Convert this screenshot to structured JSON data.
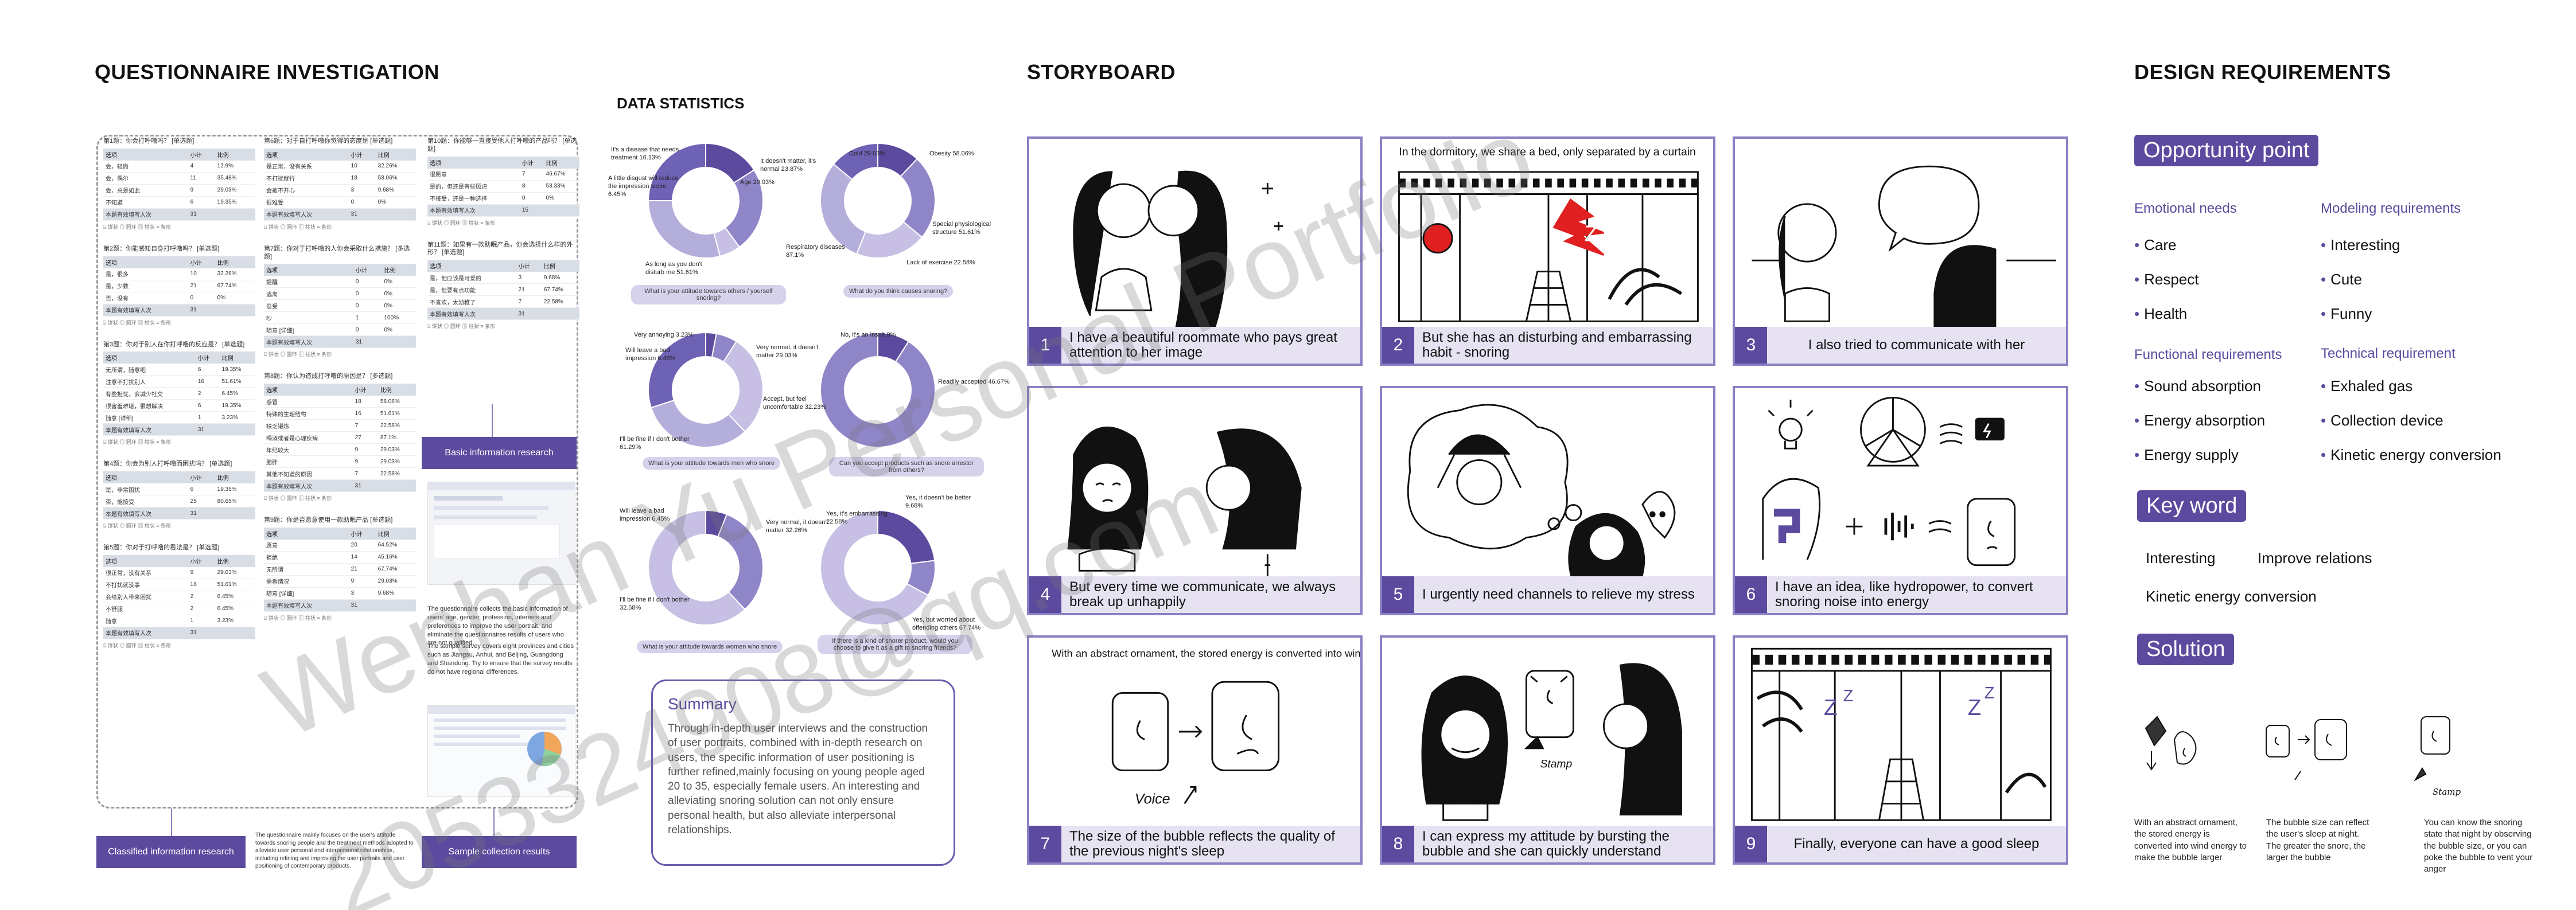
{
  "questionnaire": {
    "title": "QUESTIONNAIRE INVESTIGATION",
    "col1": [
      {
        "q": "第1题：你会打呼噜吗？ [单选题]",
        "rows": [
          [
            "选项",
            "小计",
            "比例"
          ],
          [
            "会，轻微",
            "4",
            "12.9%"
          ],
          [
            "会，偶尔",
            "11",
            "35.48%"
          ],
          [
            "会，总是如此",
            "9",
            "29.03%"
          ],
          [
            "不知道",
            "6",
            "19.35%"
          ]
        ],
        "total": [
          "本题有效填写人次",
          "31",
          ""
        ]
      },
      {
        "q": "第2题：你能感知自身打呼噜吗？ [单选题]",
        "rows": [
          [
            "选项",
            "小计",
            "比例"
          ],
          [
            "是，很多",
            "10",
            "32.26%"
          ],
          [
            "是，少数",
            "21",
            "67.74%"
          ],
          [
            "否，没有",
            "0",
            "0%"
          ]
        ],
        "total": [
          "本题有效填写人次",
          "31",
          ""
        ]
      },
      {
        "q": "第3题：你对于别人在你打呼噜的反应是？ [单选题]",
        "rows": [
          [
            "选项",
            "小计",
            "比例"
          ],
          [
            "无所谓，随意吧",
            "6",
            "19.35%"
          ],
          [
            "注意不打扰别人",
            "16",
            "51.61%"
          ],
          [
            "有些担忧，会减少社交",
            "2",
            "6.45%"
          ],
          [
            "很害羞难堪，很想解决",
            "6",
            "19.35%"
          ],
          [
            "随意 [详细]",
            "1",
            "3.23%"
          ]
        ],
        "total": [
          "本题有效填写人次",
          "31",
          ""
        ]
      },
      {
        "q": "第4题：你会为别人打呼噜而困扰吗？ [单选题]",
        "rows": [
          [
            "选项",
            "小计",
            "比例"
          ],
          [
            "是，非常困扰",
            "6",
            "19.35%"
          ],
          [
            "否，能接受",
            "25",
            "80.65%"
          ]
        ],
        "total": [
          "本题有效填写人次",
          "31",
          ""
        ]
      },
      {
        "q": "第5题：你对于打呼噜的看法是？ [单选题]",
        "rows": [
          [
            "选项",
            "小计",
            "比例"
          ],
          [
            "很正常，没有关系",
            "9",
            "29.03%"
          ],
          [
            "不打扰就没事",
            "16",
            "51.61%"
          ],
          [
            "会给别人带来困扰",
            "2",
            "6.45%"
          ],
          [
            "不舒服",
            "2",
            "6.45%"
          ],
          [
            "随意",
            "1",
            "3.23%"
          ]
        ],
        "total": [
          "本题有效填写人次",
          "31",
          ""
        ]
      }
    ],
    "col2": [
      {
        "q": "第6题：对于自打呼噜你觉得的态度是 [单选题]",
        "rows": [
          [
            "选项",
            "小计",
            "比例"
          ],
          [
            "是正常，没有关系",
            "10",
            "32.26%"
          ],
          [
            "不打扰就行",
            "18",
            "58.06%"
          ],
          [
            "会被不开心",
            "3",
            "9.68%"
          ],
          [
            "很难受",
            "0",
            "0%"
          ]
        ],
        "total": [
          "本题有效填写人次",
          "31",
          ""
        ]
      },
      {
        "q": "第7题：你对于打呼噜的人你会采取什么措施？ [多选题]",
        "rows": [
          [
            "选项",
            "小计",
            "比例"
          ],
          [
            "提醒",
            "0",
            "0%"
          ],
          [
            "逃离",
            "0",
            "0%"
          ],
          [
            "忍受",
            "0",
            "0%"
          ],
          [
            "吵",
            "1",
            "100%"
          ],
          [
            "随意 [详细]",
            "0",
            "0%"
          ]
        ],
        "total": [
          "本题有效填写人次",
          "31",
          ""
        ]
      },
      {
        "q": "第8题：你认为造成打呼噜的原因是？ [多选题]",
        "rows": [
          [
            "选项",
            "小计",
            "比例"
          ],
          [
            "感冒",
            "18",
            "58.06%"
          ],
          [
            "特殊的生理结构",
            "16",
            "51.61%"
          ],
          [
            "缺乏锻炼",
            "7",
            "22.58%"
          ],
          [
            "喝酒或者是心理疾病",
            "27",
            "87.1%"
          ],
          [
            "年纪较大",
            "9",
            "29.03%"
          ],
          [
            "肥胖",
            "9",
            "29.03%"
          ],
          [
            "其他不知道的原因",
            "7",
            "22.58%"
          ]
        ],
        "total": [
          "本题有效填写人次",
          "31",
          ""
        ]
      },
      {
        "q": "第9题：你是否愿意使用一款助眠产品 [单选题]",
        "rows": [
          [
            "选项",
            "小计",
            "比例"
          ],
          [
            "愿意",
            "20",
            "64.52%"
          ],
          [
            "拒绝",
            "14",
            "45.16%"
          ],
          [
            "无所谓",
            "21",
            "67.74%"
          ],
          [
            "需看情况",
            "9",
            "29.03%"
          ],
          [
            "随意 [详细]",
            "3",
            "9.68%"
          ]
        ],
        "total": [
          "本题有效填写人次",
          "31",
          ""
        ]
      }
    ],
    "col3": [
      {
        "q": "第10题：你能够一直接受他人打呼噜的产品吗？ [单选题]",
        "rows": [
          [
            "选项",
            "小计",
            "比例"
          ],
          [
            "很愿意",
            "7",
            "46.67%"
          ],
          [
            "是的，但还是有些顾虑",
            "8",
            "53.33%"
          ],
          [
            "不接受，还是一种选择",
            "0",
            "0%"
          ]
        ],
        "total": [
          "本题有效填写人次",
          "15",
          ""
        ]
      },
      {
        "q": "第11题：如果有一款助眠产品，你会选择什么样的外形？ [单选题]",
        "rows": [
          [
            "选项",
            "小计",
            "比例"
          ],
          [
            "是，他应该是可爱的",
            "3",
            "9.68%"
          ],
          [
            "是，但要有点功能",
            "21",
            "67.74%"
          ],
          [
            "不喜欢，太幼稚了",
            "7",
            "22.58%"
          ]
        ],
        "total": [
          "本题有效填写人次",
          "31",
          ""
        ]
      }
    ],
    "footer_actions": "⌸ 饼状 ◎ 圆环 ▥ 柱状 ≡ 条形",
    "basic_btn": "Basic information research",
    "classified_btn": "Classified information research",
    "sample_btn": "Sample collection results",
    "basic_note": "The questionnaire collects the basic information of users' age, gender, profession, interests and preferences to improve the user portrait, and eliminate the questionnaires results of users who are not qualified.",
    "sample_note": "The sample survey covers eight provinces and cities such as Jiangsu, Anhui, and Beijing, Guangdong and Shandong. Try to ensure that the survey results do not have regional differences.",
    "classified_note": "The questionnaire mainly focuses on the user's attitude towards snoring people and the treatment methods adopted to alleviate user personal and interpersonal relationships, including refining and improving the user portraits and user positioning of contemporary products."
  },
  "stats": {
    "title": "DATA STATISTICS",
    "charts": [
      {
        "caption": "What is your attitude towards others / yourself snoring?",
        "labels": [
          "It's a disease that needs treatment 16.13%",
          "It doesn't matter, it's normal 23.87%",
          "A little disgust will reduce the impression score 6.45%",
          "Age 29.03%",
          "As long as you don't disturb me 51.61%"
        ]
      },
      {
        "caption": "What do you think causes snoring?",
        "labels": [
          "Cold 29.03%",
          "Obesity 58.06%",
          "Special physiological structure 51.61%",
          "Respiratory diseases 87.1%",
          "Lack of exercise 22.58%"
        ]
      },
      {
        "caption": "What is your attitude towards men who snore",
        "labels": [
          "Very annoying 3.23%",
          "Will leave a bad impression 6.45%",
          "Very normal, it doesn't matter 29.03%",
          "Accept, but feel uncomfortable 32.23%",
          "I'll be fine if I don't bother 61.29%"
        ]
      },
      {
        "caption": "Can you accept products such as snore arrestor from others?",
        "labels": [
          "No, it's an insult 9%",
          "Readily accepted 46.67%"
        ]
      },
      {
        "caption": "What is your attitude towards women who snore",
        "labels": [
          "Will leave a bad impression 6.45%",
          "Very normal, it doesn't matter 32.26%",
          "I'll be fine if I don't bother 32.58%"
        ]
      },
      {
        "caption": "If there is a kind of snorer product, would you choose to give it as a gift to snoring friends?",
        "labels": [
          "Yes, it's embarrassing 22.58%",
          "Yes, it doesn't be better 9.68%",
          "Yes, but worried about offending others 67.74%"
        ]
      }
    ],
    "summary_title": "Summary",
    "summary_text": "Through in-depth user interviews and the construction of user portraits, combined with in-depth research on users, the specific information of user positioning is further refined,mainly focusing on young people aged 20 to 35, especially female users. An interesting and alleviating snoring solution can not only ensure personal health, but also alleviate interpersonal relationships."
  },
  "storyboard": {
    "title": "STORYBOARD",
    "panels": [
      {
        "num": "1",
        "text": "I have a beautiful roommate who pays great attention to her image"
      },
      {
        "num": "2",
        "text": "But she has an disturbing and embarrassing habit - snoring",
        "top": "In the dormitory, we share a bed, only separated by a curtain"
      },
      {
        "num": "3",
        "text": "I also tried to communicate with her"
      },
      {
        "num": "4",
        "text": "But every time we communicate, we always break up unhappily"
      },
      {
        "num": "5",
        "text": "I urgently need channels to relieve my stress"
      },
      {
        "num": "6",
        "text": "I have an idea, like hydropower, to convert snoring noise into energy"
      },
      {
        "num": "7",
        "text": "The size of the bubble reflects the quality of the previous night's sleep",
        "top": "With an abstract ornament, the stored energy is converted into wind energy to make the bubble larger",
        "voice": "Voice"
      },
      {
        "num": "8",
        "text": "I can express my attitude by bursting the bubble and she can quickly understand",
        "stamp": "Stamp"
      },
      {
        "num": "9",
        "text": "Finally, everyone can have a good sleep"
      }
    ]
  },
  "requirements": {
    "title": "DESIGN REQUIREMENTS",
    "opportunity": "Opportunity point",
    "emotional_head": "Emotional needs",
    "emotional": [
      "Care",
      "Respect",
      "Health"
    ],
    "modeling_head": "Modeling requirements",
    "modeling": [
      "Interesting",
      "Cute",
      "Funny"
    ],
    "functional_head": "Functional requirements",
    "functional": [
      "Sound absorption",
      "Energy absorption",
      "Energy supply"
    ],
    "technical_head": "Technical requirement",
    "technical": [
      "Exhaled gas",
      "Collection device",
      "Kinetic energy conversion"
    ],
    "keyword": "Key word",
    "keywords": [
      "Interesting",
      "Improve relations",
      "Kinetic energy conversion"
    ],
    "solution": "Solution",
    "sol_notes": [
      "With an abstract ornament, the stored energy is converted into wind energy to make the bubble larger",
      "The bubble size can reflect the user's sleep at night. The greater the snore, the larger the bubble",
      "You can know the snoring state that night by observing the bubble size, or you can poke the bubble to vent your anger"
    ],
    "stamp": "Stamp"
  },
  "watermark": {
    "line1": "Wenhan Yu Personal Portfolio",
    "line2": "2053324908@qq.com"
  },
  "colors": {
    "accent": "#5b4a9e",
    "panel_border": "#8a80c4",
    "donut_dark": "#5b4a9e",
    "donut_light": "#c7c0e4"
  }
}
